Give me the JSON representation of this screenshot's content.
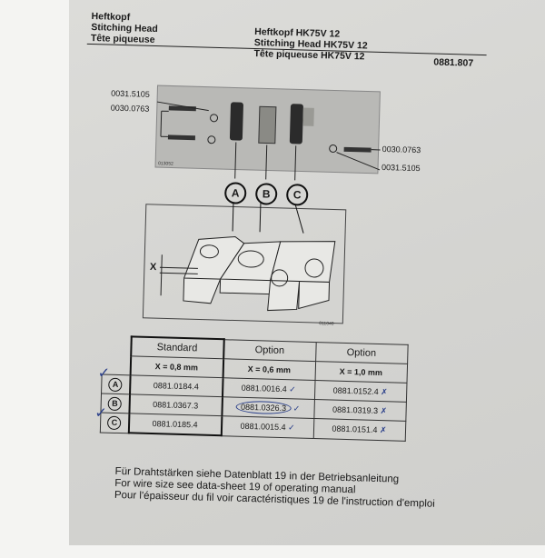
{
  "header": {
    "left": [
      "Heftkopf",
      "Stitching Head",
      "Tête piqueuse"
    ],
    "center": [
      "Heftkopf HK75V 12",
      "Stitching Head HK75V 12",
      "Tête piqueuse HK75V 12"
    ],
    "doc_number": "0881.807"
  },
  "photo": {
    "label_left_1": "0031.5105",
    "label_left_2": "0030.0763",
    "label_right_1": "0030.0763",
    "label_right_2": "0031.5105",
    "image_id": "013052"
  },
  "callouts": [
    "A",
    "B",
    "C"
  ],
  "drawing": {
    "dimension_label": "X",
    "image_id": "011040"
  },
  "table": {
    "columns": [
      {
        "title": "Standard",
        "sub": "X = 0,8 mm"
      },
      {
        "title": "Option",
        "sub": "X = 0,6 mm"
      },
      {
        "title": "Option",
        "sub": "X = 1,0 mm"
      }
    ],
    "rows": [
      {
        "key": "A",
        "values": [
          "0881.0184.4",
          "0881.0016.4",
          "0881.0152.4"
        ]
      },
      {
        "key": "B",
        "values": [
          "0881.0367.3",
          "0881.0326.3",
          "0881.0319.3"
        ]
      },
      {
        "key": "C",
        "values": [
          "0881.0185.4",
          "0881.0015.4",
          "0881.0151.4"
        ]
      }
    ],
    "marks": {
      "check": "✓",
      "cross": "✗"
    }
  },
  "footer": [
    "Für Drahtstärken siehe Datenblatt 19 in der Betriebsanleitung",
    "For wire size see data-sheet 19 of operating manual",
    "Pour l'épaisseur du fil voir caractéristiques 19 de l'instruction d'emploi"
  ]
}
